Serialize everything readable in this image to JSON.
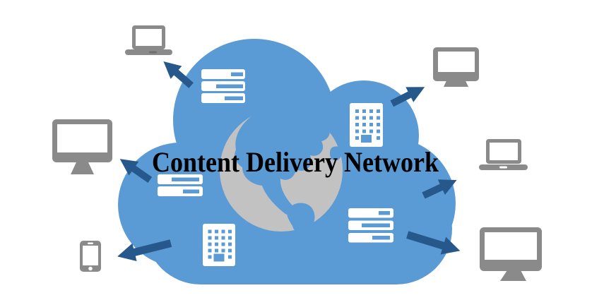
{
  "title": "Content Delivery Network",
  "colors": {
    "background": "#FFFFFF",
    "cloud_blue": "#5B9BD5",
    "arrow_blue": "#26588C",
    "globe_gray": "#C2C2C2",
    "device_gray": "#8A8A8A",
    "icon_white": "#FFFFFF",
    "title_black": "#000000"
  },
  "cloud": {
    "shape": "cloud",
    "center_icon": "globe-icon",
    "node_icons": [
      {
        "name": "server-stack-icon-top",
        "type": "server-stack",
        "bars": 3
      },
      {
        "name": "server-stack-icon-left",
        "type": "server-stack",
        "bars": 2
      },
      {
        "name": "server-stack-icon-bottom-right",
        "type": "server-stack",
        "bars": 3
      },
      {
        "name": "datacenter-building-icon-top-right",
        "type": "datacenter-building"
      },
      {
        "name": "datacenter-building-icon-bottom",
        "type": "datacenter-building"
      }
    ]
  },
  "arrows": {
    "count": 6,
    "direction": "outward-from-cloud"
  },
  "edge_devices": [
    {
      "name": "laptop-icon-top-left",
      "type": "laptop"
    },
    {
      "name": "monitor-icon-left",
      "type": "desktop-monitor"
    },
    {
      "name": "smartphone-icon-bottom-left",
      "type": "smartphone"
    },
    {
      "name": "monitor-icon-top-right",
      "type": "desktop-monitor"
    },
    {
      "name": "laptop-icon-right",
      "type": "laptop"
    },
    {
      "name": "monitor-icon-bottom-right",
      "type": "desktop-monitor"
    }
  ]
}
